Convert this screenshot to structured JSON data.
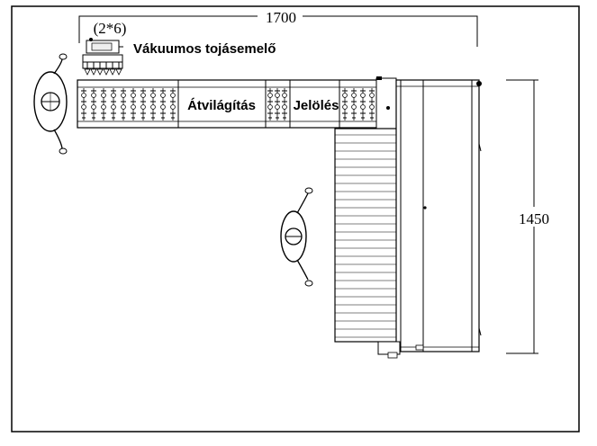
{
  "diagram": {
    "dimension_width": "1700",
    "dimension_height": "1450",
    "gripper_count": "(2*6)",
    "labels": {
      "vacuum_lifter": "Vákuumos tojásemelő",
      "candling": "Átvilágítás",
      "marking": "Jelölés"
    },
    "icons": {
      "operator": "operator-figure-icon",
      "egg_holder": "egg-holder-icon",
      "suction_cups": "suction-cup-icon"
    }
  }
}
